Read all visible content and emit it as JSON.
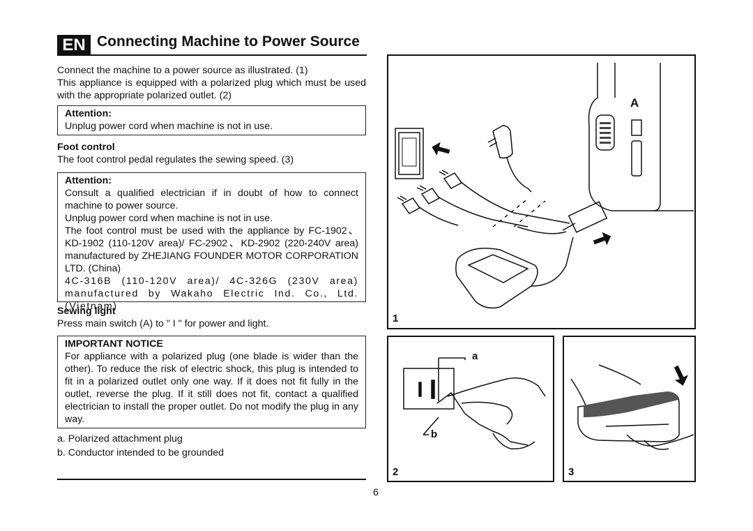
{
  "header": {
    "lang_badge": "EN",
    "title": "Connecting Machine to Power Source"
  },
  "intro": [
    "Connect the machine to a power source as illustrated. (1)",
    "This appliance is equipped with a polarized plug which must be used with the appropriate polarized outlet. (2)"
  ],
  "attention1": {
    "heading": "Attention:",
    "text": "Unplug power cord when machine is not in use."
  },
  "foot_control": {
    "heading": "Foot control",
    "text": "The foot control pedal regulates the sewing speed. (3)"
  },
  "attention2": {
    "heading": "Attention:",
    "line1": "Consult a qualified electrician if in doubt of how to connect machine to power source.",
    "line2": "Unplug power cord when machine is not in use.",
    "line3": "The foot control must be used with the appliance by FC-1902、KD-1902 (110-120V area)/ FC-2902、KD-2902 (220-240V area) manufactured by ZHEJIANG FOUNDER MOTOR CORPORATION LTD. (China)",
    "line4": "4C-316B (110-120V area)/ 4C-326G (230V area) manufactured by Wakaho Electric Ind. Co., Ltd. (Vietnam)"
  },
  "sewing_light": {
    "heading": "Sewing light",
    "text": "Press main switch (A) to \" I \" for power and light."
  },
  "important": {
    "heading": "IMPORTANT NOTICE",
    "text": "For appliance with a polarized plug (one blade is wider than the other). To reduce the risk of electric shock, this plug is intended to fit in a polarized outlet only one way. If it does not fit fully in the outlet, reverse the plug. If it still does not fit, contact a qualified electrician to install the proper outlet. Do not modify the plug in any way."
  },
  "legend": {
    "a": "a. Polarized attachment plug",
    "b": "b. Conductor intended to be grounded"
  },
  "figures": {
    "fig1_number": "1",
    "fig1_callout": "A",
    "fig2_number": "2",
    "fig2_callout_a": "a",
    "fig2_callout_b": "b",
    "fig3_number": "3"
  },
  "page_number": "6"
}
